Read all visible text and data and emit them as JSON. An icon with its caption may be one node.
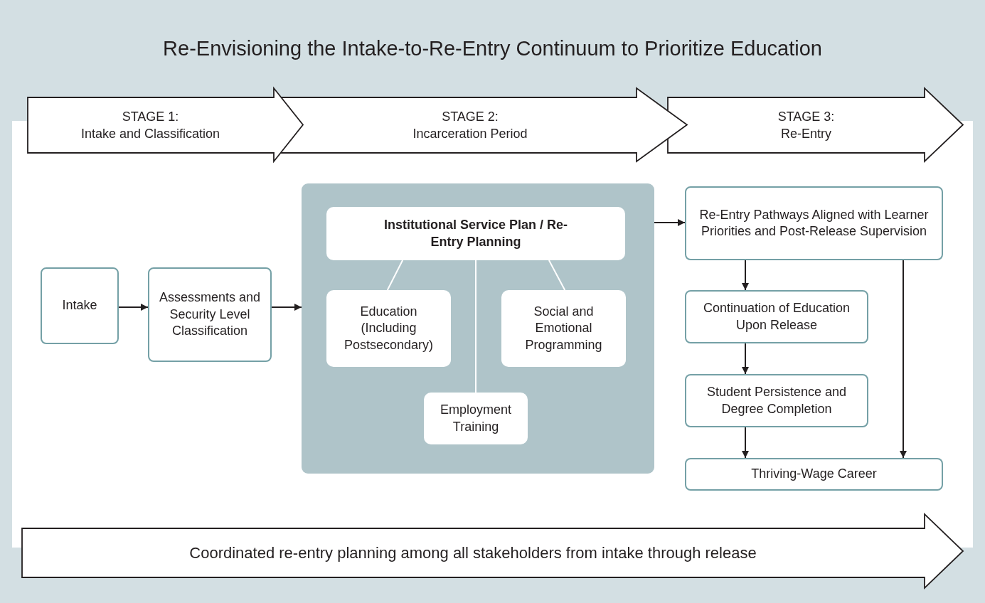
{
  "diagram": {
    "title": "Re-Envisioning the Intake-to-Re-Entry Continuum to Prioritize Education",
    "nodes": [
      {
        "text": [
          "STAGE 1:",
          "Intake and Classification"
        ]
      },
      {
        "text": [
          "STAGE 2:",
          "Incarceration Period"
        ]
      },
      {
        "text": [
          "STAGE 3:",
          "Re-Entry"
        ]
      },
      {
        "text": [
          "Intake"
        ]
      },
      {
        "text": [
          "Assessments and Security Level Classification"
        ]
      },
      {
        "text": [],
        "shape": "box"
      },
      {
        "text": [
          "Institutional Service Plan / Re-Entry Planning"
        ],
        "in": 5
      },
      {
        "text": [
          "Education (Including Postsecondary)"
        ],
        "in": 5
      },
      {
        "text": [
          "Social and Emotional Programming"
        ],
        "in": 5
      },
      {
        "text": [
          "Employment Training"
        ],
        "in": 5
      },
      {
        "text": [
          "Re-Entry Pathways Aligned with Learner Priorities and Post-Release Supervision"
        ]
      },
      {
        "text": [
          "Continuation of Education Upon Release"
        ]
      },
      {
        "text": [
          "Student Persistence and Degree Completion"
        ]
      },
      {
        "text": [
          "Thriving-Wage Career"
        ]
      },
      {
        "text": [
          "Coordinated re-entry planning among all stakeholders from intake through release"
        ]
      }
    ],
    "edges": [
      {
        "from": 3,
        "to": 4,
        "arrow": "to"
      },
      {
        "from": 4,
        "to": 5,
        "arrow": "to"
      },
      {
        "from": 5,
        "to": 10,
        "arrow": "to"
      },
      {
        "from": 6,
        "to": 7,
        "arrow": "none",
        "color": "#ffffff"
      },
      {
        "from": 6,
        "to": 9,
        "arrow": "none",
        "color": "#ffffff"
      },
      {
        "from": 6,
        "to": 8,
        "arrow": "none",
        "color": "#ffffff"
      },
      {
        "from": 10,
        "to": 11,
        "arrow": "to"
      },
      {
        "from": 11,
        "to": 12,
        "arrow": "to"
      },
      {
        "from": 12,
        "to": 13,
        "arrow": "to"
      },
      {
        "from": 10,
        "to": 13,
        "arrow": "to"
      }
    ]
  }
}
